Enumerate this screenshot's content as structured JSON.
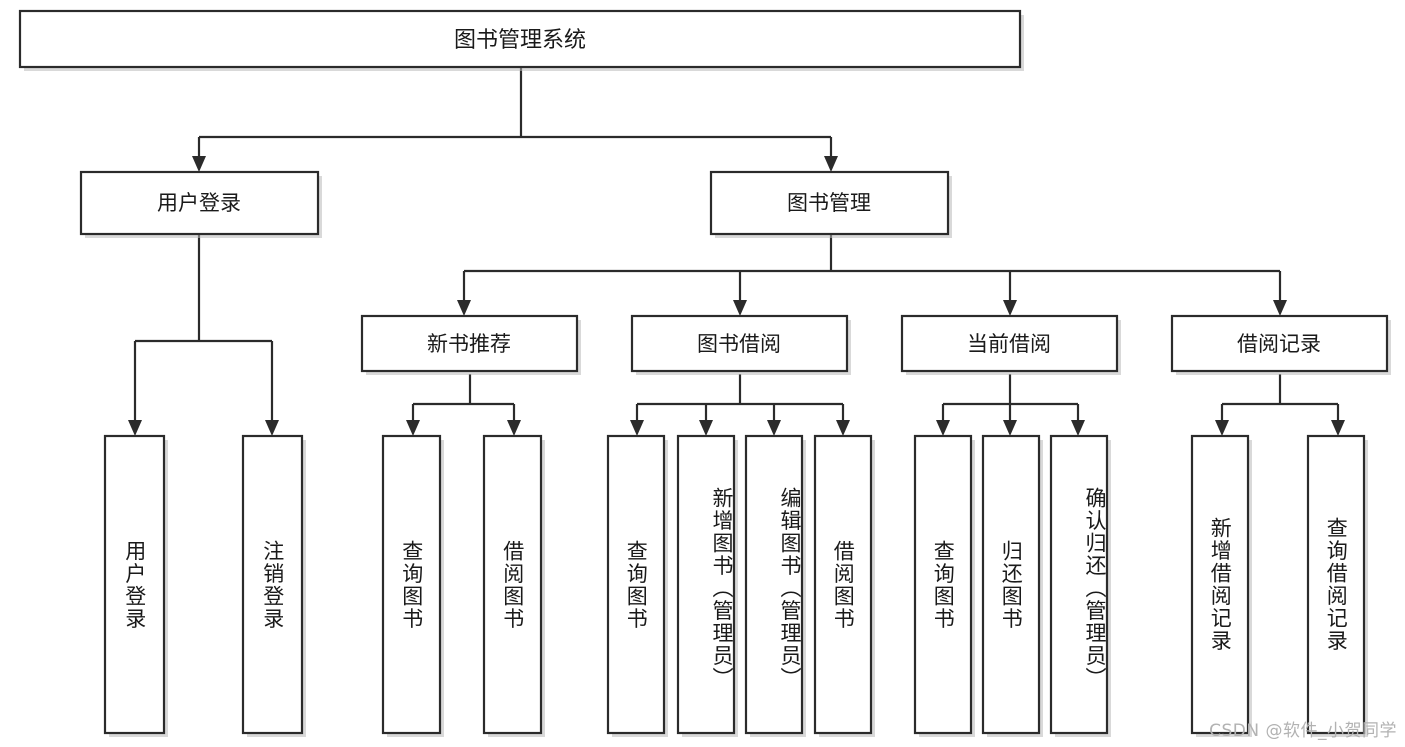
{
  "diagram": {
    "title": "图书管理系统",
    "type": "tree-hierarchy",
    "watermark": "CSDN @软件_小贺同学",
    "colors": {
      "stroke": "#2b2b2b",
      "fill": "#ffffff",
      "text": "#1a1a1a",
      "shadow": "#b9b9b9",
      "watermark": "#b2b2b2"
    },
    "levels": {
      "root": "图书管理系统",
      "level2": [
        "用户登录",
        "图书管理"
      ],
      "level3": [
        "新书推荐",
        "图书借阅",
        "当前借阅",
        "借阅记录"
      ]
    },
    "nodes": {
      "root": {
        "label": "图书管理系统"
      },
      "user_login": {
        "label": "用户登录"
      },
      "book_mgmt": {
        "label": "图书管理"
      },
      "new_book_rec": {
        "label": "新书推荐"
      },
      "book_borrow": {
        "label": "图书借阅"
      },
      "current_borrow": {
        "label": "当前借阅"
      },
      "borrow_record": {
        "label": "借阅记录"
      },
      "leaf_user_login": {
        "label": "用户登录"
      },
      "leaf_user_logout": {
        "label": "注销登录"
      },
      "leaf_query_book_1": {
        "label": "查询图书"
      },
      "leaf_borrow_book_1": {
        "label": "借阅图书"
      },
      "leaf_query_book_2": {
        "label": "查询图书"
      },
      "leaf_add_book": {
        "label": "新增图书（管理员）"
      },
      "leaf_edit_book": {
        "label": "编辑图书（管理员）"
      },
      "leaf_borrow_book_2": {
        "label": "借阅图书"
      },
      "leaf_query_book_3": {
        "label": "查询图书"
      },
      "leaf_return_book": {
        "label": "归还图书"
      },
      "leaf_confirm_return": {
        "label": "确认归还（管理员）"
      },
      "leaf_add_record": {
        "label": "新增借阅记录"
      },
      "leaf_query_record": {
        "label": "查询借阅记录"
      }
    },
    "edges": [
      {
        "from": "root",
        "to": "user_login"
      },
      {
        "from": "root",
        "to": "book_mgmt"
      },
      {
        "from": "user_login",
        "to": "leaf_user_login"
      },
      {
        "from": "user_login",
        "to": "leaf_user_logout"
      },
      {
        "from": "book_mgmt",
        "to": "new_book_rec"
      },
      {
        "from": "book_mgmt",
        "to": "book_borrow"
      },
      {
        "from": "book_mgmt",
        "to": "current_borrow"
      },
      {
        "from": "book_mgmt",
        "to": "borrow_record"
      },
      {
        "from": "new_book_rec",
        "to": "leaf_query_book_1"
      },
      {
        "from": "new_book_rec",
        "to": "leaf_borrow_book_1"
      },
      {
        "from": "book_borrow",
        "to": "leaf_query_book_2"
      },
      {
        "from": "book_borrow",
        "to": "leaf_add_book"
      },
      {
        "from": "book_borrow",
        "to": "leaf_edit_book"
      },
      {
        "from": "book_borrow",
        "to": "leaf_borrow_book_2"
      },
      {
        "from": "current_borrow",
        "to": "leaf_query_book_3"
      },
      {
        "from": "current_borrow",
        "to": "leaf_return_book"
      },
      {
        "from": "current_borrow",
        "to": "leaf_confirm_return"
      },
      {
        "from": "borrow_record",
        "to": "leaf_add_record"
      },
      {
        "from": "borrow_record",
        "to": "leaf_query_record"
      }
    ]
  }
}
